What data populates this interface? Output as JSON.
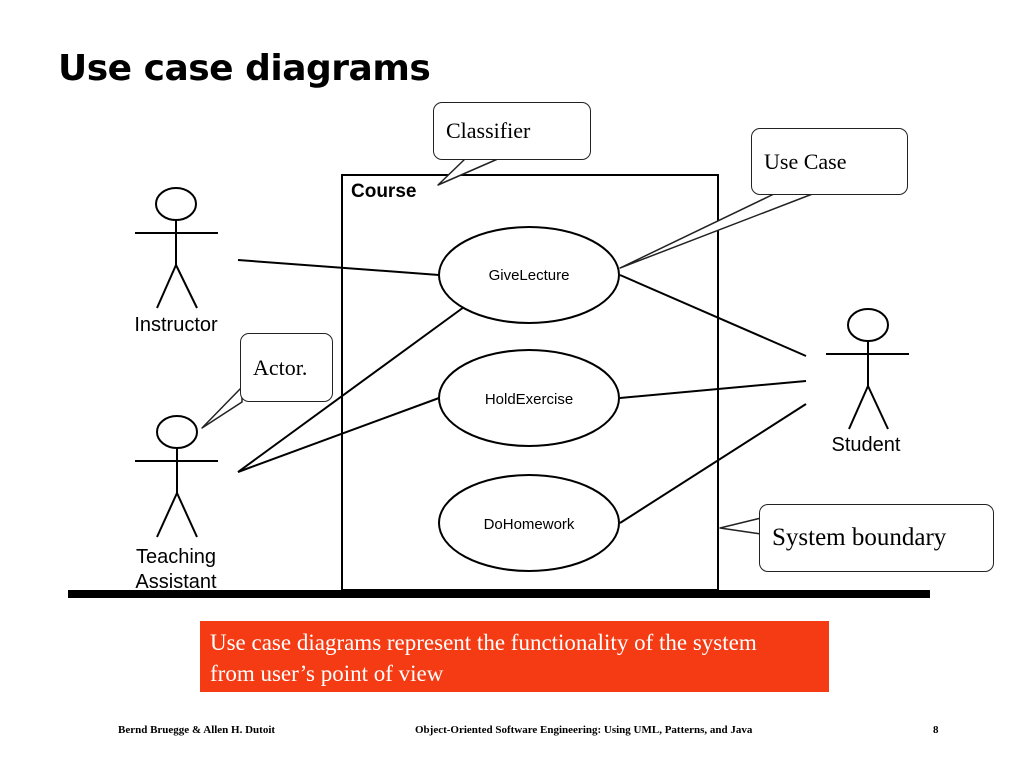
{
  "slide": {
    "title": "Use case diagrams"
  },
  "diagram": {
    "system_name": "Course",
    "actors": {
      "instructor": "Instructor",
      "teaching_assistant": [
        "Teaching",
        "Assistant"
      ],
      "student": "Student"
    },
    "use_cases": {
      "give_lecture": "GiveLecture",
      "hold_exercise": "HoldExercise",
      "do_homework": "DoHomework"
    },
    "callouts": {
      "classifier": "Classifier",
      "use_case": "Use Case",
      "actor": "Actor.",
      "system_boundary": "System boundary"
    }
  },
  "summary": {
    "line1": "Use case diagrams represent the functionality of the system",
    "line2": "from user’s point of view",
    "background": "#f43b14"
  },
  "footer": {
    "authors": "Bernd Bruegge & Allen H. Dutoit",
    "book_title": "Object-Oriented Software Engineering: Using UML, Patterns, and Java",
    "page_number": "8"
  }
}
